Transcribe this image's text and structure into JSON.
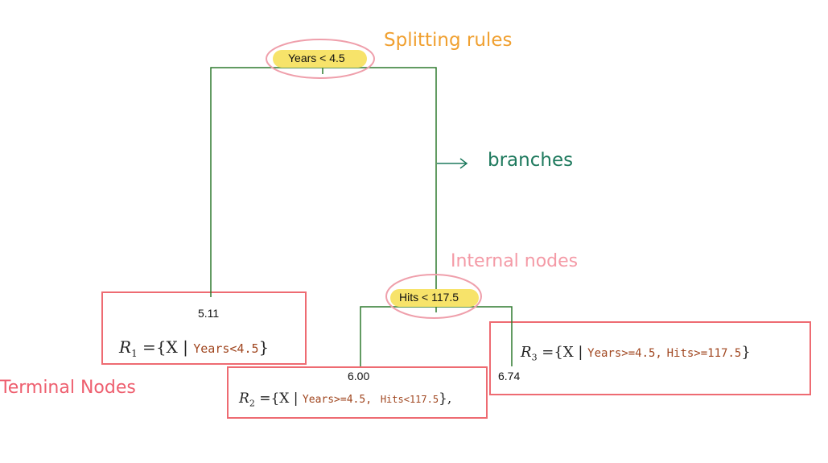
{
  "annotations": {
    "splitting_rules": "Splitting rules",
    "branches": "branches",
    "internal_nodes": "Internal nodes",
    "terminal_nodes": "Terminal Nodes"
  },
  "tree": {
    "root_split": "Years < 4.5",
    "internal_split": "Hits < 117.5",
    "leaves": {
      "left": "5.11",
      "middle": "6.00",
      "right": "6.74"
    }
  },
  "regions": {
    "r1": {
      "var": "R",
      "sub": "1",
      "eq": " ={X | ",
      "cond": "Years<4.5",
      "close": "}"
    },
    "r2": {
      "var": "R",
      "sub": "2",
      "eq": " ={X | ",
      "cond1": "Years>=4.5,",
      "cond2": "Hits<117.5",
      "close": "},"
    },
    "r3": {
      "var": "R",
      "sub": "3",
      "eq": " ={X | ",
      "cond1": "Years>=4.5,",
      "cond2": "Hits>=117.5",
      "close": "}"
    }
  },
  "colors": {
    "tree_line": "#2e7a2e",
    "highlight": "#f7e36a",
    "ellipse": "#ef9fab",
    "region_box": "#ee6b72",
    "code": "#a0461f"
  }
}
